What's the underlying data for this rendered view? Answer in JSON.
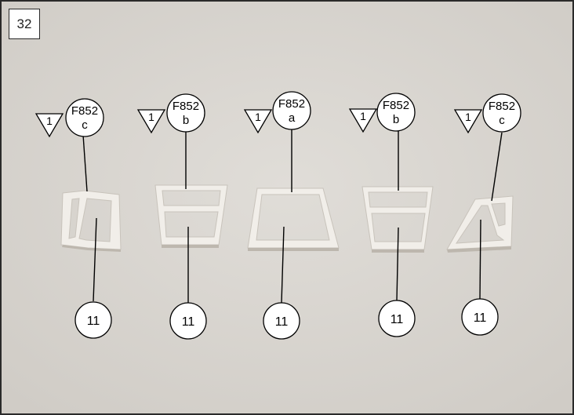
{
  "step": {
    "number": "32"
  },
  "parts": [
    {
      "id": "part-1",
      "qty": "1",
      "code": "F852",
      "variant": "c",
      "callout": "11",
      "shape": "triangle"
    },
    {
      "id": "part-2",
      "qty": "1",
      "code": "F852",
      "variant": "b",
      "callout": "11",
      "shape": "split-trapezoid"
    },
    {
      "id": "part-3",
      "qty": "1",
      "code": "F852",
      "variant": "a",
      "callout": "11",
      "shape": "trapezoid"
    },
    {
      "id": "part-4",
      "qty": "1",
      "code": "F852",
      "variant": "b",
      "callout": "11",
      "shape": "split-trapezoid"
    },
    {
      "id": "part-5",
      "qty": "1",
      "code": "F852",
      "variant": "c",
      "callout": "11",
      "shape": "triangle-mirrored"
    }
  ],
  "colors": {
    "background": "#dad6d1",
    "part": "#f1eee9",
    "part_edge": "#c8c3bb",
    "border": "#2a2a2a"
  }
}
